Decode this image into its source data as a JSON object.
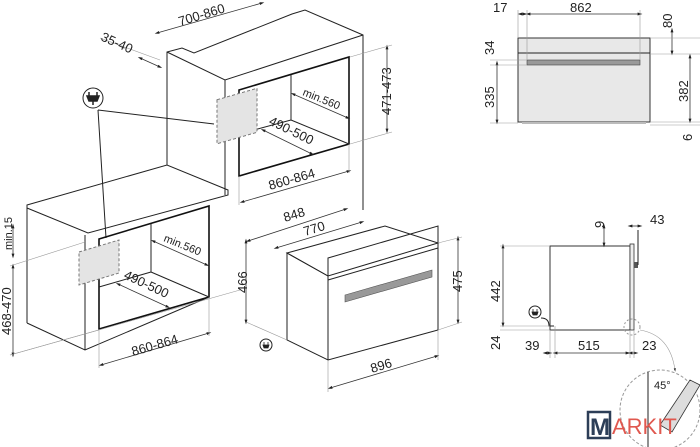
{
  "cabinet_top": {
    "width": "700-860",
    "depth": "35-40",
    "height": "471-473",
    "inner_depth": "min.560",
    "opening_depth": "490-500",
    "opening_width": "860-864"
  },
  "cabinet_bottom": {
    "gap": "min.15",
    "height": "468-470",
    "inner_depth": "min.560",
    "opening_depth": "490-500",
    "opening_width": "860-864"
  },
  "oven_iso": {
    "depth_total": "848",
    "depth_body": "770",
    "height_body": "466",
    "height_front": "475",
    "width_front": "896"
  },
  "front_view": {
    "left": "17",
    "width": "862",
    "top": "80",
    "band": "34",
    "lower": "335",
    "right_height": "382",
    "bottom": "6"
  },
  "side_view": {
    "top_gap": "9",
    "front": "43",
    "height": "442",
    "bottom": "24",
    "rear": "39",
    "depth": "515",
    "front_depth": "23"
  },
  "detail": {
    "angle": "45°"
  },
  "logo": {
    "text_m": "M",
    "text_rest": "ARKIT"
  }
}
